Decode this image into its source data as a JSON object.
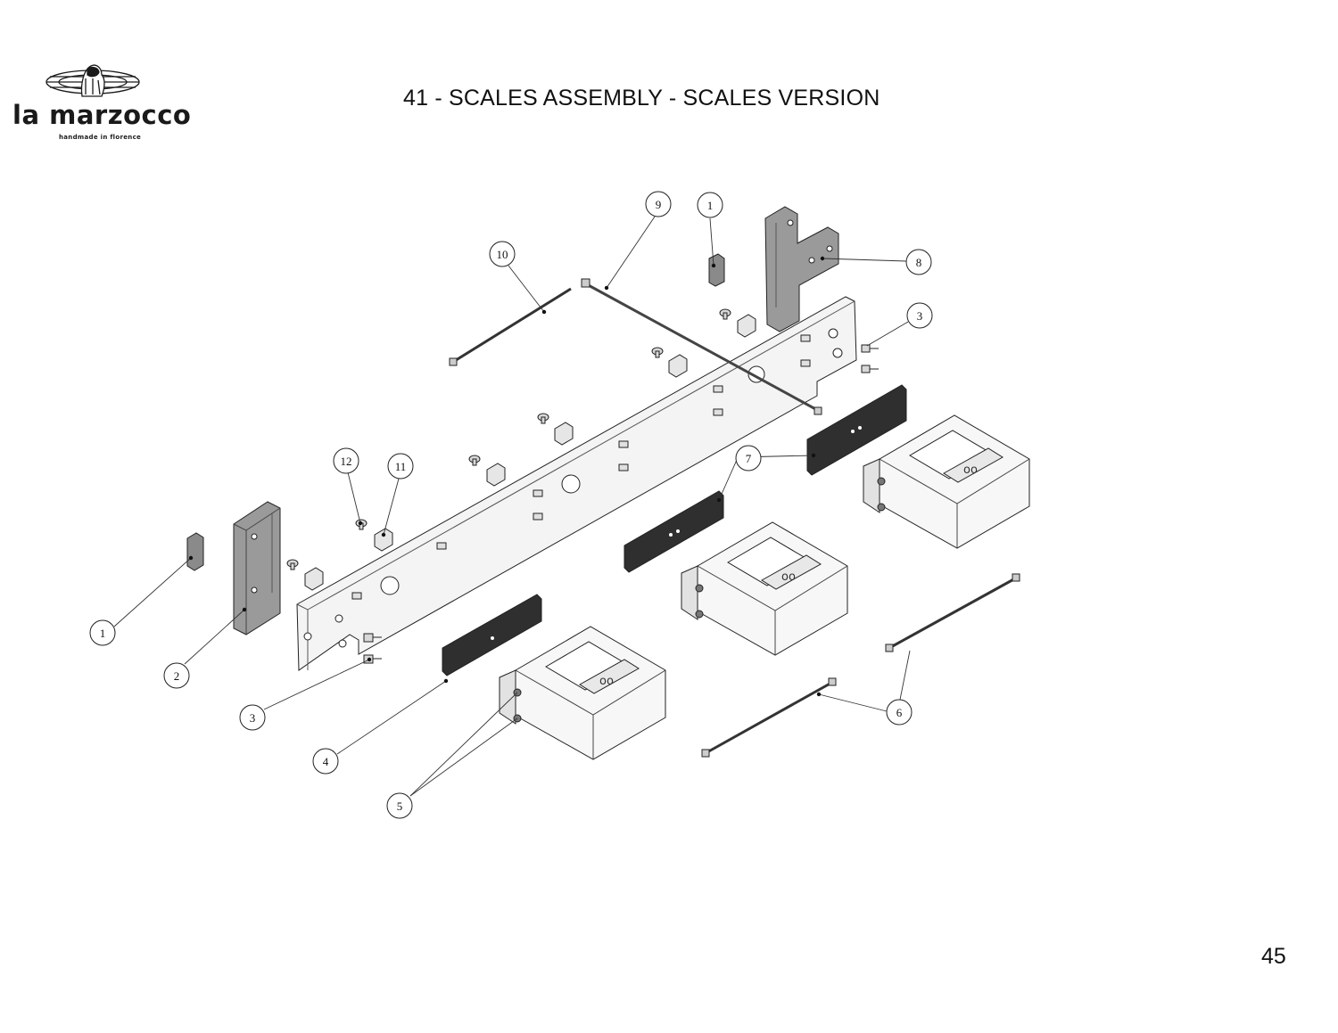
{
  "brand": {
    "name": "la marzocco",
    "tagline": "handmade in florence"
  },
  "title": "41 - SCALES ASSEMBLY - SCALES VERSION",
  "page_number": "45",
  "callouts": [
    {
      "id": "c1a",
      "label": "1"
    },
    {
      "id": "c1b",
      "label": "1"
    },
    {
      "id": "c2",
      "label": "2"
    },
    {
      "id": "c3a",
      "label": "3"
    },
    {
      "id": "c3b",
      "label": "3"
    },
    {
      "id": "c4",
      "label": "4"
    },
    {
      "id": "c5",
      "label": "5"
    },
    {
      "id": "c6",
      "label": "6"
    },
    {
      "id": "c7",
      "label": "7"
    },
    {
      "id": "c8",
      "label": "8"
    },
    {
      "id": "c9",
      "label": "9"
    },
    {
      "id": "c10",
      "label": "10"
    },
    {
      "id": "c11",
      "label": "11"
    },
    {
      "id": "c12",
      "label": "12"
    }
  ],
  "colors": {
    "line": "#222222",
    "part_gray": "#9a9a9a",
    "part_dark": "#333333",
    "part_light": "#f2f2f2"
  }
}
